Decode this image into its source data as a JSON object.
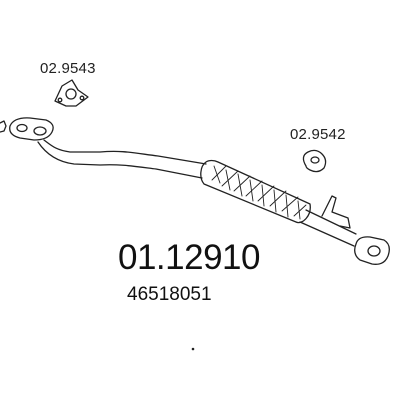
{
  "diagram": {
    "main_part_number": "01.12910",
    "oem_number": "46518051",
    "parts": [
      {
        "label": "02.9543"
      },
      {
        "label": "02.9542"
      }
    ]
  },
  "colors": {
    "line": "#222222",
    "background": "#ffffff"
  }
}
